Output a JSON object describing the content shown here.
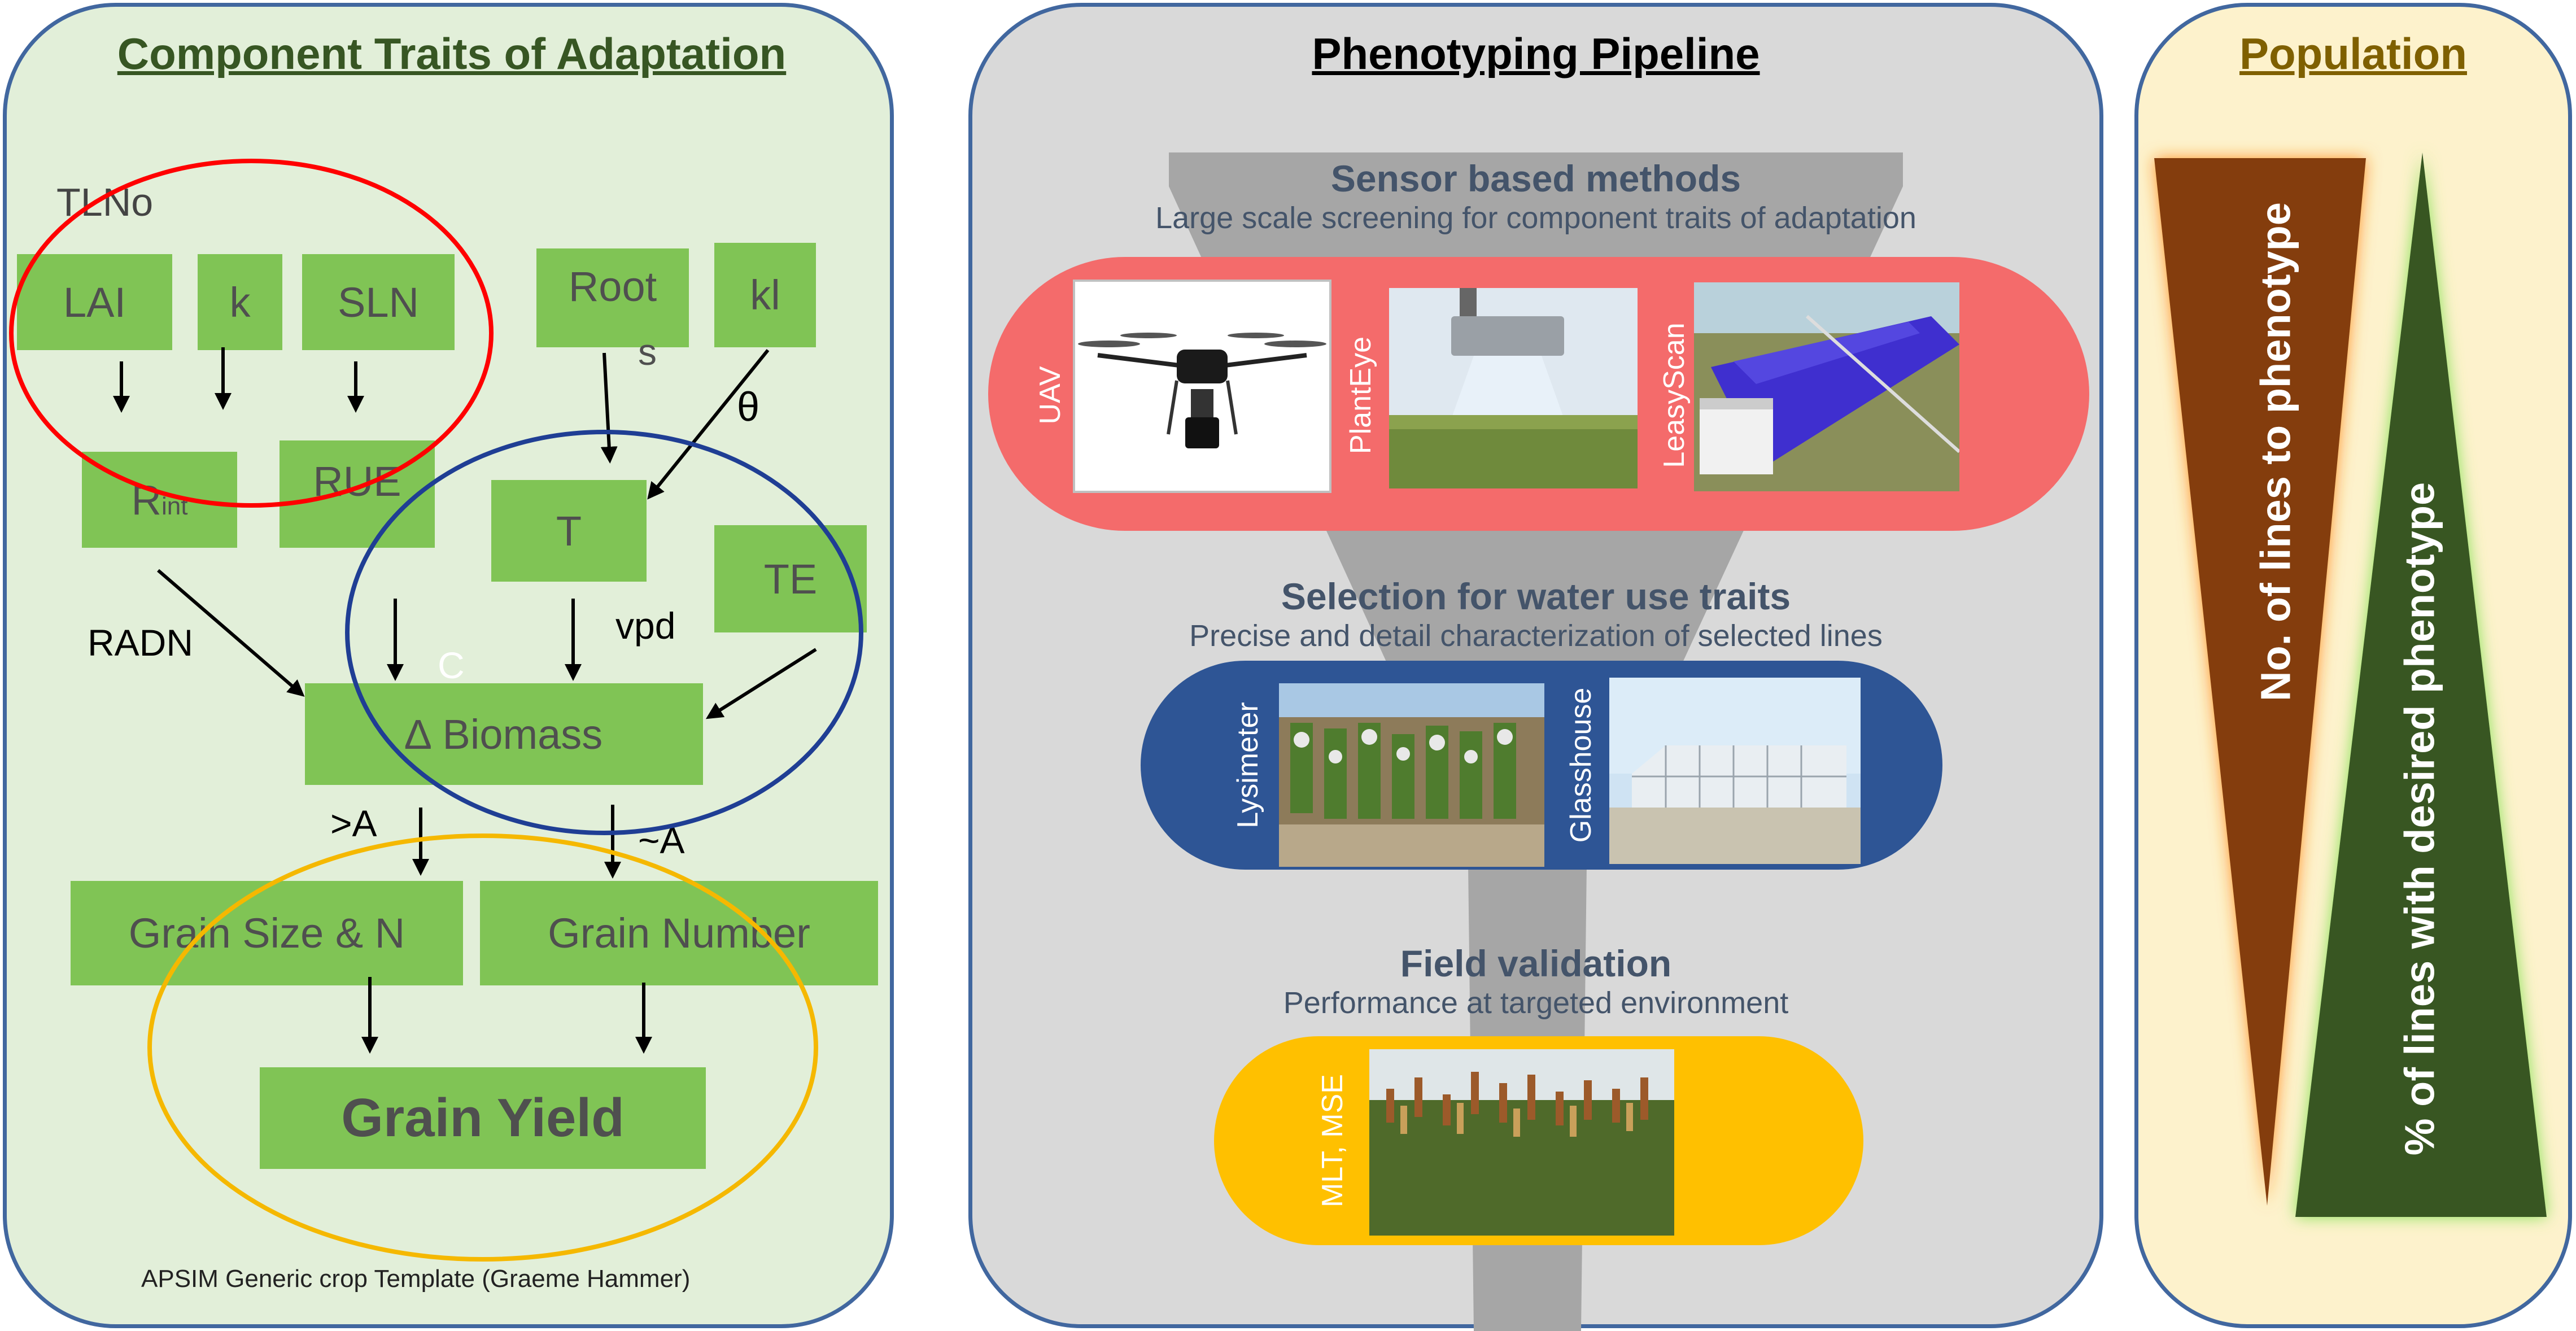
{
  "colors": {
    "left_bg": "#e2efd9",
    "mid_bg": "#d9d9d9",
    "right_bg": "#fdf2cc",
    "border": "#41679f",
    "box": "#80c455",
    "red_ellipse": "#ff0000",
    "blue_ellipse": "#1f3e94",
    "orange_ellipse": "#f5b800",
    "red_pill": "#f46b6b",
    "blue_pill": "#2e5595",
    "yellow_pill": "#ffc000",
    "brown_triangle": "#843c0c",
    "green_triangle": "#385723"
  },
  "left": {
    "title": "Component Traits of Adaptation",
    "tlno": "TLNo",
    "boxes": {
      "lai": "LAI",
      "k": "k",
      "sln": "SLN",
      "roots": "Root",
      "roots_s": "s",
      "kl": "kl",
      "rint": "R",
      "rint_sub": "int",
      "rue": "RUE",
      "t": "T",
      "te": "TE",
      "biomass": "∆ Biomass",
      "grain_size": "Grain Size & N",
      "grain_number": "Grain Number",
      "grain_yield": "Grain Yield"
    },
    "labels": {
      "theta": "θ",
      "radn": "RADN",
      "c": "C",
      "vpd": "vpd",
      "gt_a": ">A",
      "lt_a": "~A"
    },
    "footer": "APSIM Generic crop Template (Graeme Hammer)"
  },
  "middle": {
    "title": "Phenotyping Pipeline",
    "stages": [
      {
        "heading": "Sensor based methods",
        "sub": "Large scale screening for component traits of adaptation",
        "items": [
          "UAV",
          "PlantEye",
          "LeasyScan"
        ]
      },
      {
        "heading": "Selection for water use traits",
        "sub": "Precise and detail characterization of selected lines",
        "items": [
          "Lysimeter",
          "Glasshouse"
        ]
      },
      {
        "heading": "Field validation",
        "sub": "Performance at targeted environment",
        "items": [
          "MLT, MSE"
        ]
      }
    ]
  },
  "right": {
    "title": "Population",
    "brown_label": "No. of lines to phenotype",
    "green_label": "% of lines with desired phenotype"
  }
}
